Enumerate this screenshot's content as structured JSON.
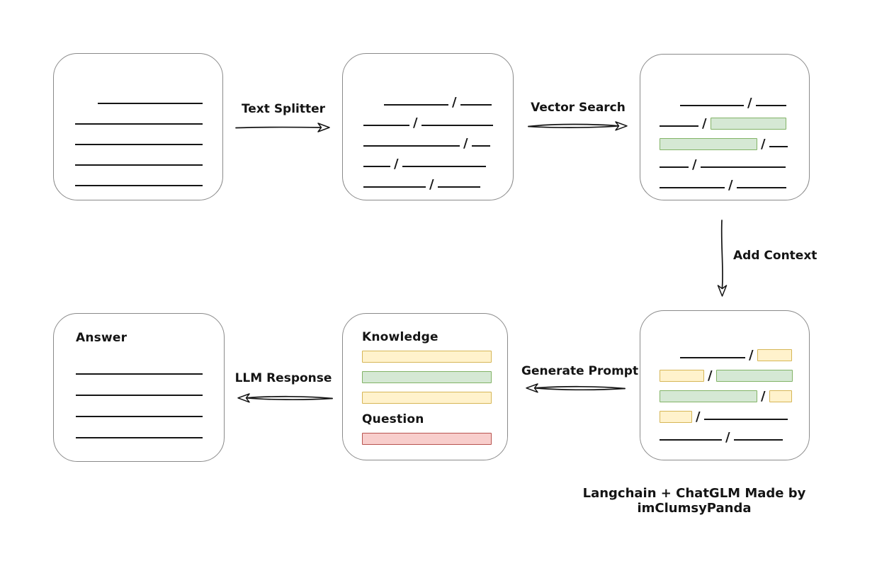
{
  "caption": "Langchain + ChatGLM Made by imClumsyPanda",
  "colors": {
    "green_fill": "#d5e8d4",
    "green_border": "#82b366",
    "yellow_fill": "#fff2cc",
    "yellow_border": "#d6b656",
    "red_fill": "#f8cecc",
    "red_border": "#b85450",
    "box_border": "#8a8a8a",
    "ink": "#141414"
  },
  "arrows": {
    "text_splitter": {
      "label": "Text Splitter",
      "direction": "right"
    },
    "vector_search": {
      "label": "Vector Search",
      "direction": "right"
    },
    "add_context": {
      "label": "Add Context",
      "direction": "down"
    },
    "generate_prompt": {
      "label": "Generate Prompt",
      "direction": "left"
    },
    "llm_response": {
      "label": "LLM Response",
      "direction": "left"
    }
  },
  "boxes": {
    "source_document": {
      "rows": [
        [
          {
            "t": "gap",
            "w": 32
          },
          {
            "t": "line",
            "w": 148
          }
        ],
        [
          {
            "t": "line",
            "w": 180
          }
        ],
        [
          {
            "t": "line",
            "w": 180
          }
        ],
        [
          {
            "t": "line",
            "w": 180
          }
        ],
        [
          {
            "t": "line",
            "w": 180
          }
        ]
      ]
    },
    "split_chunks": {
      "rows": [
        [
          {
            "t": "gap",
            "w": 29
          },
          {
            "t": "line",
            "w": 91
          },
          {
            "t": "slash"
          },
          {
            "t": "line",
            "w": 44
          }
        ],
        [
          {
            "t": "line",
            "w": 65
          },
          {
            "t": "slash"
          },
          {
            "t": "line",
            "w": 101
          }
        ],
        [
          {
            "t": "line",
            "w": 136
          },
          {
            "t": "slash"
          },
          {
            "t": "line",
            "w": 26
          }
        ],
        [
          {
            "t": "line",
            "w": 38
          },
          {
            "t": "slash"
          },
          {
            "t": "line",
            "w": 118
          }
        ],
        [
          {
            "t": "line",
            "w": 88
          },
          {
            "t": "slash"
          },
          {
            "t": "line",
            "w": 60
          }
        ]
      ]
    },
    "matched_chunks": {
      "rows": [
        [
          {
            "t": "gap",
            "w": 29
          },
          {
            "t": "line",
            "w": 90
          },
          {
            "t": "slash"
          },
          {
            "t": "line",
            "w": 43
          }
        ],
        [
          {
            "t": "line",
            "w": 55
          },
          {
            "t": "slash"
          },
          {
            "t": "bar-green",
            "w": 107
          }
        ],
        [
          {
            "t": "bar-green",
            "w": 138
          },
          {
            "t": "slash"
          },
          {
            "t": "line",
            "w": 26
          }
        ],
        [
          {
            "t": "line",
            "w": 41
          },
          {
            "t": "slash"
          },
          {
            "t": "line",
            "w": 120
          }
        ],
        [
          {
            "t": "line",
            "w": 92
          },
          {
            "t": "slash"
          },
          {
            "t": "line",
            "w": 70
          }
        ]
      ]
    },
    "context_chunks": {
      "rows": [
        [
          {
            "t": "gap",
            "w": 29
          },
          {
            "t": "line",
            "w": 92
          },
          {
            "t": "slash"
          },
          {
            "t": "bar-yellow",
            "w": 49
          }
        ],
        [
          {
            "t": "bar-yellow",
            "w": 63
          },
          {
            "t": "slash"
          },
          {
            "t": "bar-green",
            "w": 108
          }
        ],
        [
          {
            "t": "bar-green",
            "w": 138
          },
          {
            "t": "slash"
          },
          {
            "t": "bar-yellow",
            "w": 32
          }
        ],
        [
          {
            "t": "bar-yellow",
            "w": 46
          },
          {
            "t": "slash"
          },
          {
            "t": "line",
            "w": 118
          }
        ],
        [
          {
            "t": "line",
            "w": 88
          },
          {
            "t": "slash"
          },
          {
            "t": "line",
            "w": 69
          }
        ]
      ]
    },
    "prompt": {
      "knowledge_label": "Knowledge",
      "question_label": "Question",
      "knowledge_bars": [
        "yellow",
        "green",
        "yellow"
      ],
      "question_bars": [
        "red"
      ]
    },
    "answer": {
      "label": "Answer",
      "rows": [
        [
          {
            "t": "line",
            "w": 179
          }
        ],
        [
          {
            "t": "line",
            "w": 179
          }
        ],
        [
          {
            "t": "line",
            "w": 179
          }
        ],
        [
          {
            "t": "line",
            "w": 179
          }
        ]
      ]
    }
  }
}
